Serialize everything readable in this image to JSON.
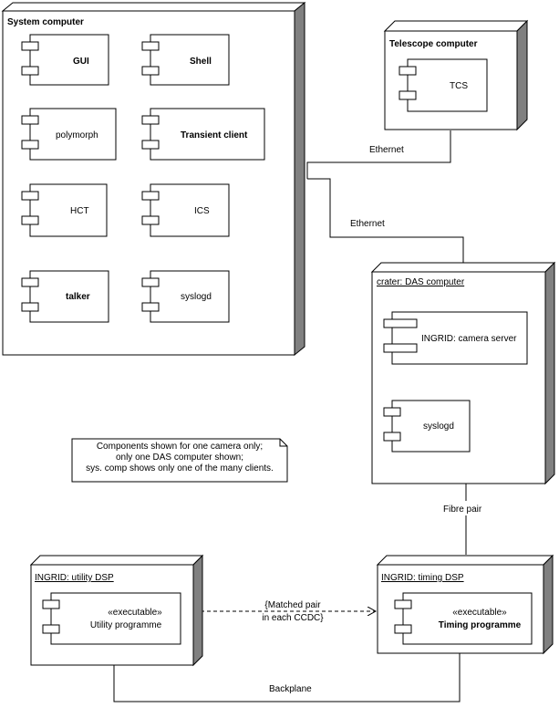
{
  "nodes": {
    "system_computer": {
      "title": "System computer",
      "components": {
        "gui": "GUI",
        "shell": "Shell",
        "polymorph": "polymorph",
        "transient_client": "Transient client",
        "hct": "HCT",
        "ics": "ICS",
        "talker": "talker",
        "syslogd": "syslogd"
      }
    },
    "telescope_computer": {
      "title": "Telescope computer",
      "components": {
        "tcs": "TCS"
      }
    },
    "das_computer": {
      "title": "crater: DAS computer",
      "components": {
        "camera_server": "INGRID: camera server",
        "syslogd": "syslogd"
      }
    },
    "utility_dsp": {
      "title": "INGRID: utility DSP",
      "component": {
        "stereotype": "«executable»",
        "name": "Utility programme"
      }
    },
    "timing_dsp": {
      "title": "INGRID: timing DSP",
      "component": {
        "stereotype": "«executable»",
        "name": "Timing programme"
      }
    }
  },
  "connections": {
    "ethernet_telescope": "Ethernet",
    "ethernet_das": "Ethernet",
    "fibre_pair": "Fibre pair",
    "backplane": "Backplane",
    "matched_pair_line1": "{Matched pair",
    "matched_pair_line2": "in each CCDC}"
  },
  "note": {
    "line1": "Components shown for one camera only;",
    "line2": "only one DAS computer shown;",
    "line3": "sys. comp shows only one of the many clients."
  }
}
